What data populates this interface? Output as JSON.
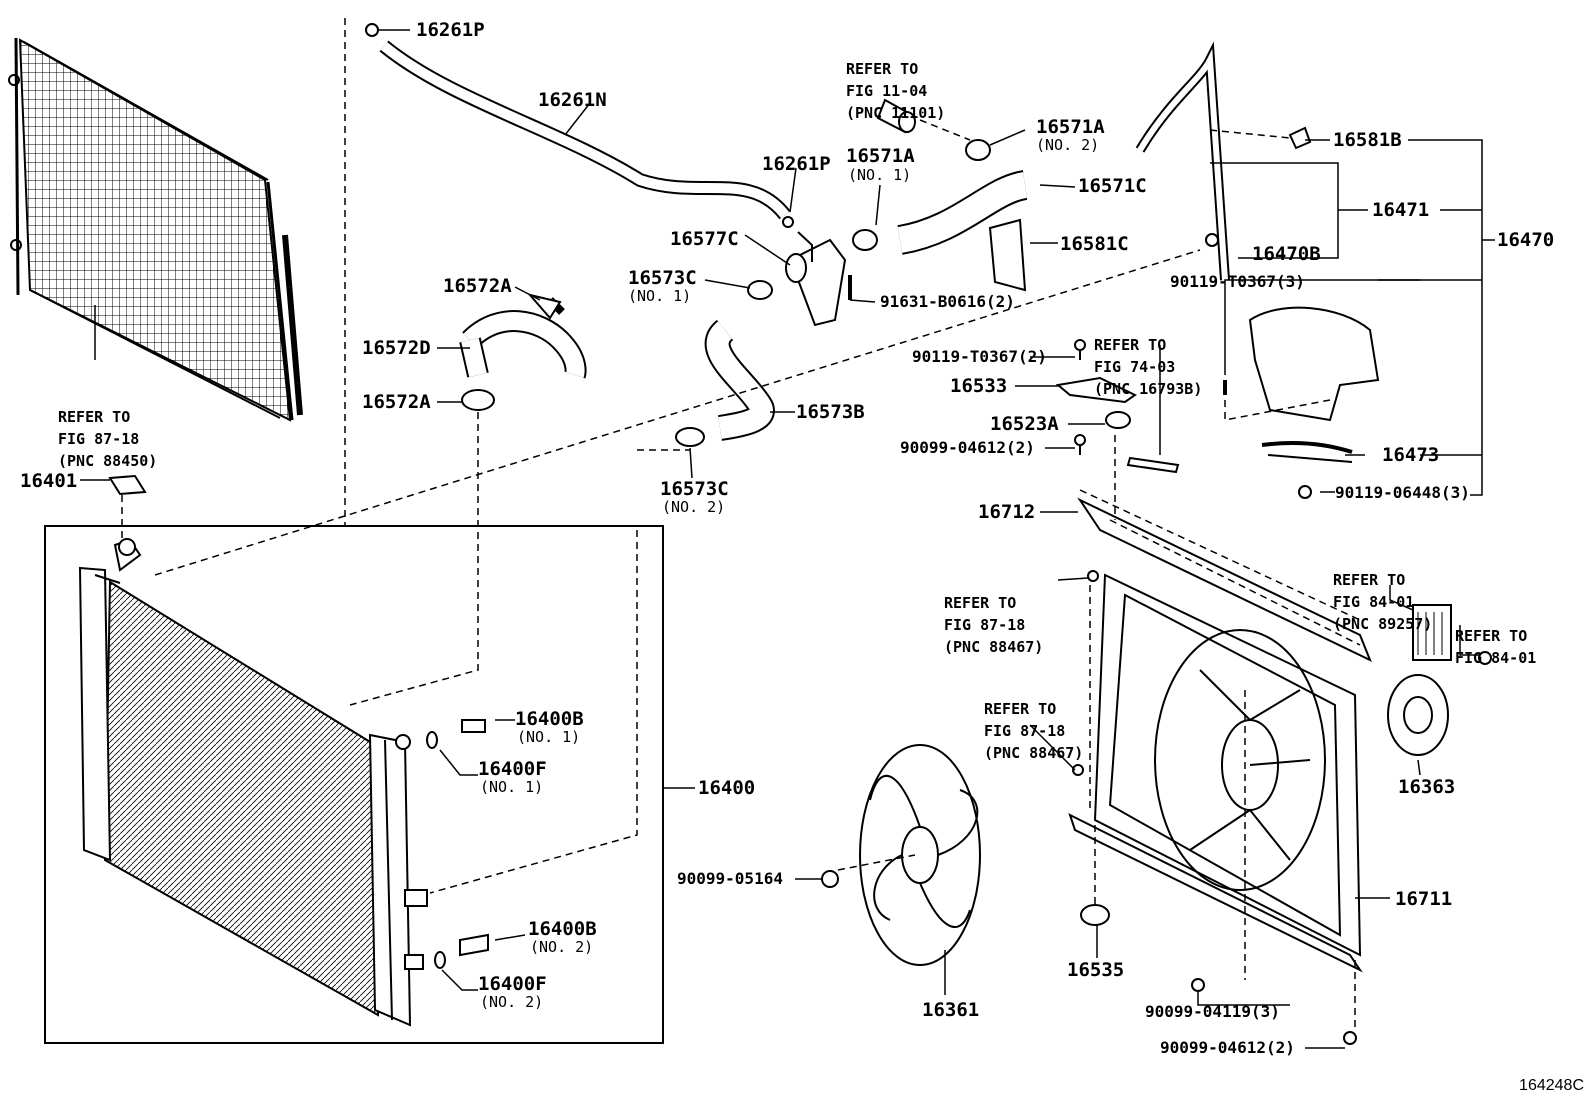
{
  "diagram_code": "164248C",
  "refs": [
    {
      "id": "r1",
      "lines": [
        "REFER TO",
        "FIG 87-18",
        "(PNC 88450)"
      ]
    },
    {
      "id": "r2",
      "lines": [
        "REFER TO",
        "FIG 11-04",
        "(PNC 11101)"
      ]
    },
    {
      "id": "r3",
      "lines": [
        "REFER TO",
        "FIG 74-03",
        "(PNC 16793B)"
      ]
    },
    {
      "id": "r4",
      "lines": [
        "REFER TO",
        "FIG 87-18",
        "(PNC 88467)"
      ]
    },
    {
      "id": "r5",
      "lines": [
        "REFER TO",
        "FIG 87-18",
        "(PNC 88467)"
      ]
    },
    {
      "id": "r6",
      "lines": [
        "REFER TO",
        "FIG 84-01",
        "(PNC 89257)"
      ]
    },
    {
      "id": "r7",
      "lines": [
        "REFER TO",
        "FIG 84-01"
      ]
    }
  ],
  "parts": [
    {
      "id": "p16261P_a",
      "label": "16261P"
    },
    {
      "id": "p16261N",
      "label": "16261N"
    },
    {
      "id": "p16261P_b",
      "label": "16261P"
    },
    {
      "id": "p16571A_1",
      "label": "16571A",
      "sub": "(NO. 1)"
    },
    {
      "id": "p16571A_2",
      "label": "16571A",
      "sub": "(NO. 2)"
    },
    {
      "id": "p16571C",
      "label": "16571C"
    },
    {
      "id": "p16581C",
      "label": "16581C"
    },
    {
      "id": "p16581B",
      "label": "16581B"
    },
    {
      "id": "p16471",
      "label": "16471"
    },
    {
      "id": "p16470",
      "label": "16470"
    },
    {
      "id": "p16470B",
      "label": "16470B"
    },
    {
      "id": "p90119T0367_3",
      "label": "90119-T0367(3)"
    },
    {
      "id": "p16577C",
      "label": "16577C"
    },
    {
      "id": "p16573C_1",
      "label": "16573C",
      "sub": "(NO. 1)"
    },
    {
      "id": "p91631",
      "label": "91631-B0616(2)"
    },
    {
      "id": "p16572A_a",
      "label": "16572A"
    },
    {
      "id": "p16572D",
      "label": "16572D"
    },
    {
      "id": "p16572A_b",
      "label": "16572A"
    },
    {
      "id": "p90119T0367_2",
      "label": "90119-T0367(2)"
    },
    {
      "id": "p16533",
      "label": "16533"
    },
    {
      "id": "p16523A",
      "label": "16523A"
    },
    {
      "id": "p90099_04612_2a",
      "label": "90099-04612(2)"
    },
    {
      "id": "p16473",
      "label": "16473"
    },
    {
      "id": "p90119_06448",
      "label": "90119-06448(3)"
    },
    {
      "id": "p16573B",
      "label": "16573B"
    },
    {
      "id": "p16573C_2",
      "label": "16573C",
      "sub": "(NO. 2)"
    },
    {
      "id": "p16401",
      "label": "16401"
    },
    {
      "id": "p16712",
      "label": "16712"
    },
    {
      "id": "p16400B_1",
      "label": "16400B",
      "sub": "(NO. 1)"
    },
    {
      "id": "p16400F_1",
      "label": "16400F",
      "sub": "(NO. 1)"
    },
    {
      "id": "p16400",
      "label": "16400"
    },
    {
      "id": "p16400B_2",
      "label": "16400B",
      "sub": "(NO. 2)"
    },
    {
      "id": "p16400F_2",
      "label": "16400F",
      "sub": "(NO. 2)"
    },
    {
      "id": "p16363",
      "label": "16363"
    },
    {
      "id": "p90099_05164",
      "label": "90099-05164"
    },
    {
      "id": "p16711",
      "label": "16711"
    },
    {
      "id": "p16535",
      "label": "16535"
    },
    {
      "id": "p16361",
      "label": "16361"
    },
    {
      "id": "p90099_04119",
      "label": "90099-04119(3)"
    },
    {
      "id": "p90099_04612_2b",
      "label": "90099-04612(2)"
    }
  ]
}
